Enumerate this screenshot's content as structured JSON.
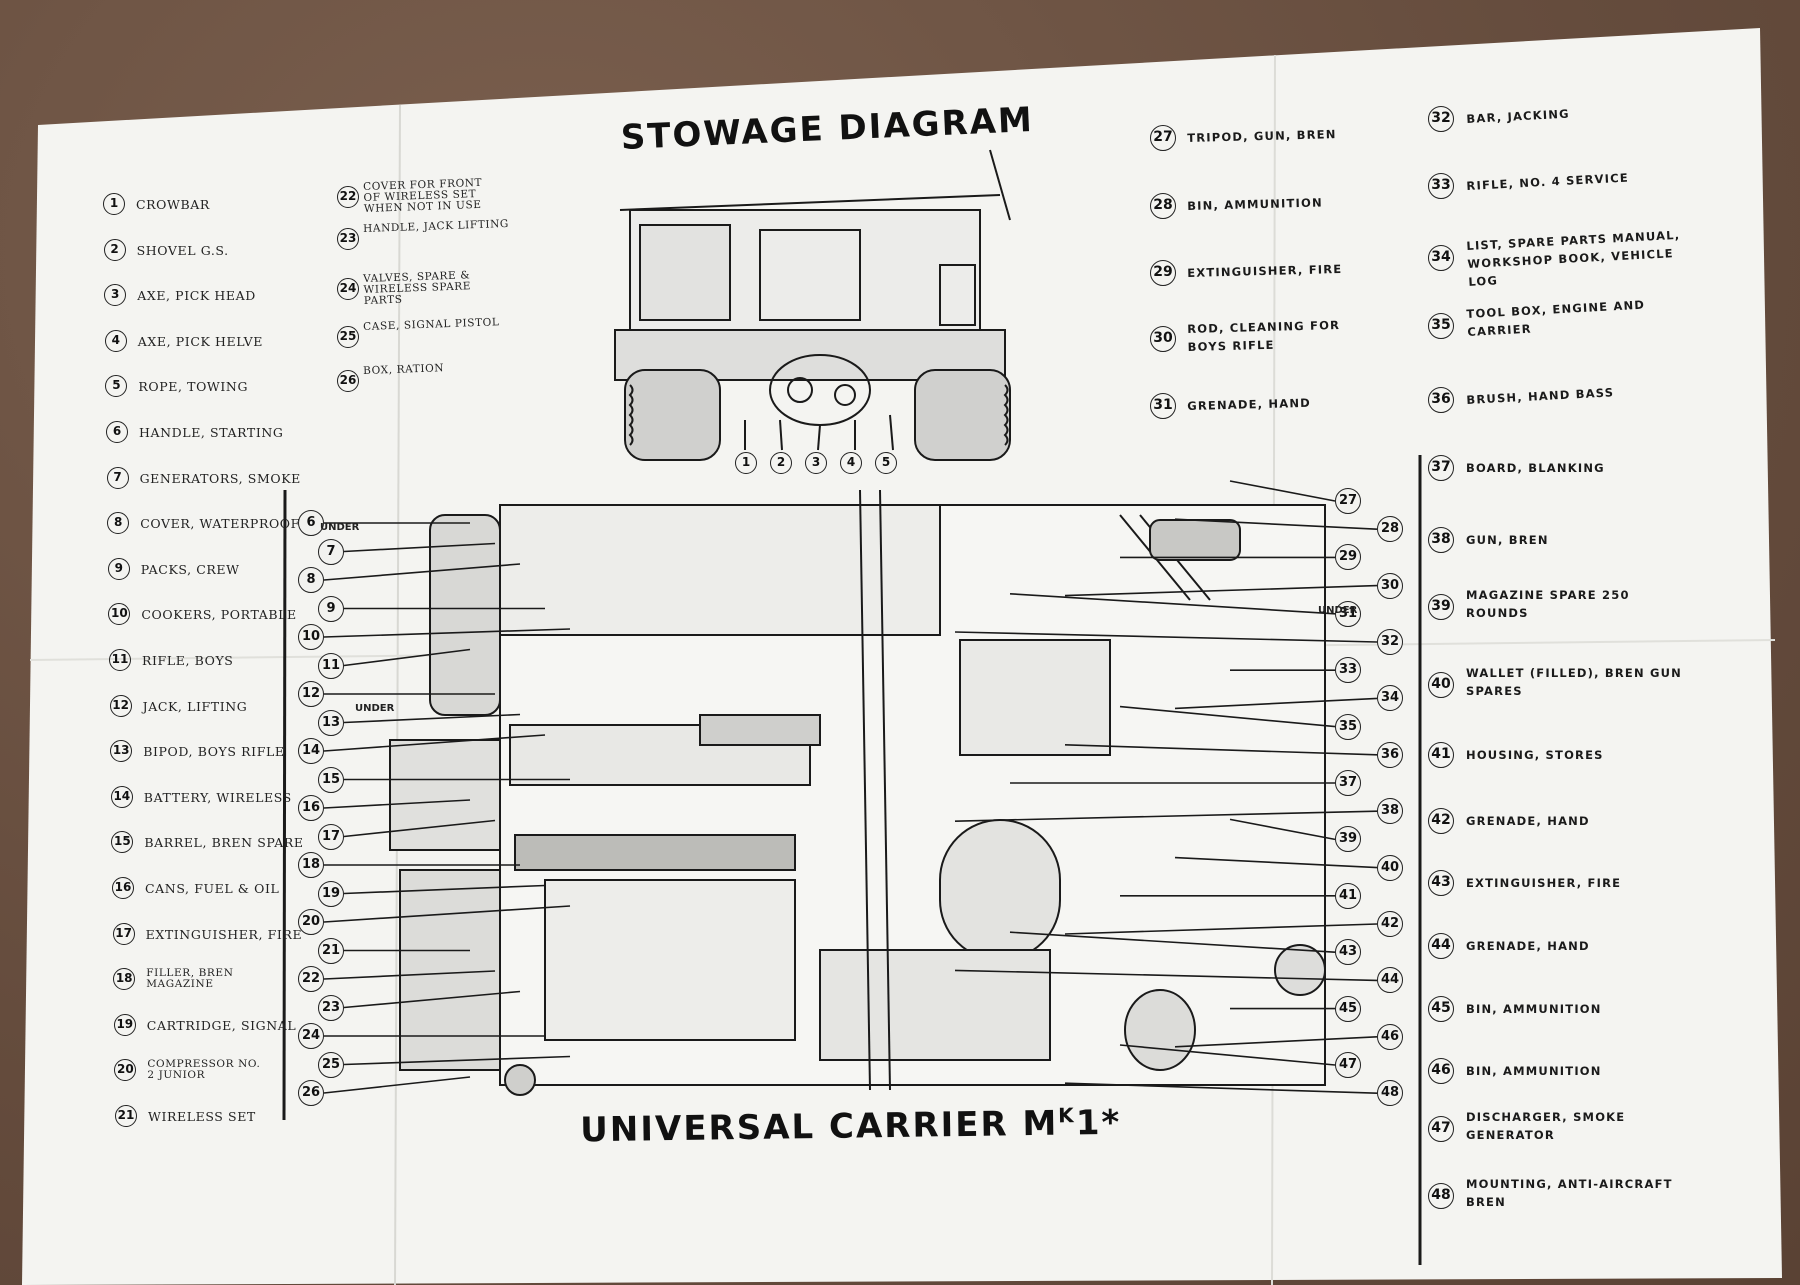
{
  "title": "STOWAGE DIAGRAM",
  "subtitle": "UNIVERSAL CARRIER Mk1*",
  "subtitle_main": "UNIVERSAL CARRIER M",
  "subtitle_sup": "K",
  "subtitle_tail": "1*",
  "under_label": "UNDER",
  "front_view_numbers": [
    "1",
    "2",
    "3",
    "4",
    "5"
  ],
  "legend_left": [
    {
      "n": "1",
      "text": "CROWBAR"
    },
    {
      "n": "2",
      "text": "SHOVEL G.S."
    },
    {
      "n": "3",
      "text": "AXE, PICK HEAD"
    },
    {
      "n": "4",
      "text": "AXE, PICK HELVE"
    },
    {
      "n": "5",
      "text": "ROPE, TOWING"
    },
    {
      "n": "6",
      "text": "HANDLE, STARTING"
    },
    {
      "n": "7",
      "text": "GENERATORS, SMOKE"
    },
    {
      "n": "8",
      "text": "COVER, WATERPROOF"
    },
    {
      "n": "9",
      "text": "PACKS, CREW"
    },
    {
      "n": "10",
      "text": "COOKERS, PORTABLE"
    },
    {
      "n": "11",
      "text": "RIFLE, BOYS"
    },
    {
      "n": "12",
      "text": "JACK, LIFTING"
    },
    {
      "n": "13",
      "text": "BIPOD, BOYS RIFLE"
    },
    {
      "n": "14",
      "text": "BATTERY, WIRELESS"
    },
    {
      "n": "15",
      "text": "BARREL, BREN SPARE"
    },
    {
      "n": "16",
      "text": "CANS, FUEL & OIL"
    },
    {
      "n": "17",
      "text": "EXTINGUISHER, FIRE"
    },
    {
      "n": "18",
      "text": "FILLER, BREN MAGAZINE"
    },
    {
      "n": "19",
      "text": "CARTRIDGE, SIGNAL"
    },
    {
      "n": "20",
      "text": "COMPRESSOR No. 2 JUNIOR"
    },
    {
      "n": "21",
      "text": "WIRELESS SET"
    }
  ],
  "legend_mid": [
    {
      "n": "22",
      "text": "COVER FOR FRONT OF WIRELESS SET WHEN NOT IN USE"
    },
    {
      "n": "23",
      "text": "HANDLE, JACK LIFTING"
    },
    {
      "n": "24",
      "text": "VALVES, SPARE & WIRELESS SPARE PARTS"
    },
    {
      "n": "25",
      "text": "CASE, SIGNAL PISTOL"
    },
    {
      "n": "26",
      "text": "BOX, RATION"
    }
  ],
  "legend_right1": [
    {
      "n": "27",
      "text": "TRIPOD, GUN, BREN"
    },
    {
      "n": "28",
      "text": "BIN, AMMUNITION"
    },
    {
      "n": "29",
      "text": "EXTINGUISHER, FIRE"
    },
    {
      "n": "30",
      "text": "ROD, CLEANING FOR BOYS RIFLE"
    },
    {
      "n": "31",
      "text": "GRENADE, HAND"
    }
  ],
  "legend_right2": [
    {
      "n": "32",
      "text": "BAR, JACKING"
    },
    {
      "n": "33",
      "text": "RIFLE, No. 4 SERVICE"
    },
    {
      "n": "34",
      "text": "LIST, SPARE PARTS MANUAL, WORKSHOP BOOK, VEHICLE LOG"
    },
    {
      "n": "35",
      "text": "TOOL BOX, ENGINE AND CARRIER"
    },
    {
      "n": "36",
      "text": "BRUSH, HAND BASS"
    },
    {
      "n": "37",
      "text": "BOARD, BLANKING"
    },
    {
      "n": "38",
      "text": "GUN, BREN"
    },
    {
      "n": "39",
      "text": "MAGAZINE SPARE 250 ROUNDS"
    },
    {
      "n": "40",
      "text": "WALLET (Filled), BREN GUN SPARES"
    },
    {
      "n": "41",
      "text": "HOUSING, STORES"
    },
    {
      "n": "42",
      "text": "GRENADE, HAND"
    },
    {
      "n": "43",
      "text": "EXTINGUISHER, FIRE"
    },
    {
      "n": "44",
      "text": "GRENADE, HAND"
    },
    {
      "n": "45",
      "text": "BIN, AMMUNITION"
    },
    {
      "n": "46",
      "text": "BIN, AMMUNITION"
    },
    {
      "n": "47",
      "text": "DISCHARGER, SMOKE GENERATOR"
    },
    {
      "n": "48",
      "text": "MOUNTING, ANTI-AIRCRAFT BREN"
    }
  ],
  "callouts_left": [
    "6",
    "7",
    "8",
    "9",
    "10",
    "11",
    "12",
    "13",
    "14",
    "15",
    "16",
    "17",
    "18",
    "19",
    "20",
    "21",
    "22",
    "23",
    "24",
    "25",
    "26"
  ],
  "callouts_right": [
    "27",
    "28",
    "29",
    "30",
    "31",
    "32",
    "33",
    "34",
    "35",
    "36",
    "37",
    "38",
    "39",
    "40",
    "41",
    "42",
    "43",
    "44",
    "45",
    "46",
    "47",
    "48"
  ],
  "colors": {
    "paper": "#f4f4f1",
    "ink": "#1a1a1a",
    "background": "#6b5344"
  }
}
